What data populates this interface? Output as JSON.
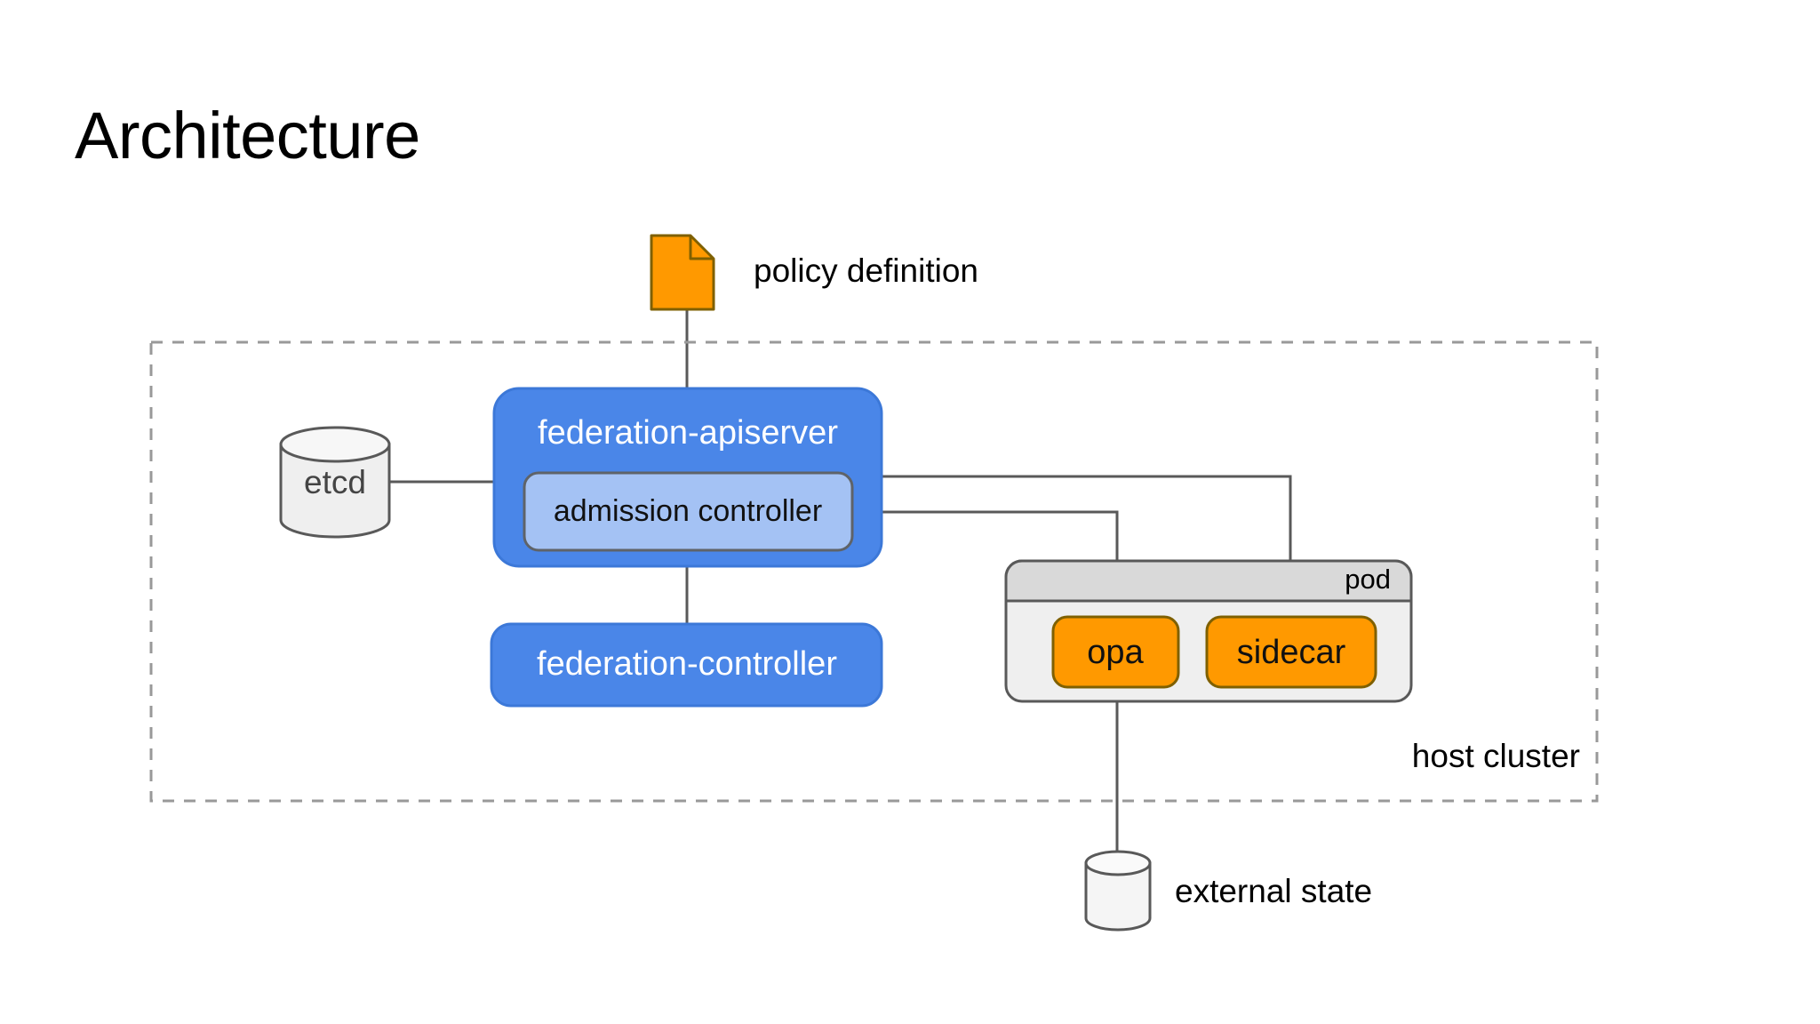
{
  "slide": {
    "title": "Architecture",
    "background": "#ffffff"
  },
  "colors": {
    "blue_box": "#4a86e8",
    "blue_box_border": "#4a7fd8",
    "light_blue_box": "#a4c2f4",
    "light_blue_border": "#5f6368",
    "orange": "#ff9900",
    "orange_border": "#7f6000",
    "cylinder_fill": "#efefef",
    "cylinder_fill_light": "#f5f5f5",
    "cylinder_border": "#595959",
    "pod_header": "#d9d9d9",
    "pod_body": "#efefef",
    "pod_border": "#595959",
    "connector": "#595959",
    "dashed_border": "#999999",
    "text_white": "#ffffff",
    "text_dark": "#111111",
    "text_gray": "#444444"
  },
  "boundary": {
    "label": "host cluster"
  },
  "nodes": {
    "policy_definition": {
      "label": "policy definition",
      "shape": "document-icon",
      "fill": "#ff9900"
    },
    "etcd": {
      "label": "etcd",
      "shape": "cylinder",
      "fill": "#efefef"
    },
    "federation_apiserver": {
      "label": "federation-apiserver",
      "shape": "rounded-rect",
      "fill": "#4a86e8"
    },
    "admission_controller": {
      "label": "admission controller",
      "shape": "rounded-rect",
      "fill": "#a4c2f4"
    },
    "federation_controller": {
      "label": "federation-controller",
      "shape": "rounded-rect",
      "fill": "#4a86e8"
    },
    "pod": {
      "label": "pod",
      "shape": "container",
      "fill": "#efefef"
    },
    "opa": {
      "label": "opa",
      "shape": "rounded-rect",
      "fill": "#ff9900"
    },
    "sidecar": {
      "label": "sidecar",
      "shape": "rounded-rect",
      "fill": "#ff9900"
    },
    "external_state": {
      "label": "external state",
      "shape": "cylinder",
      "fill": "#f5f5f5"
    }
  },
  "connections": [
    {
      "from": "policy_definition",
      "to": "federation_apiserver"
    },
    {
      "from": "etcd",
      "to": "federation_apiserver"
    },
    {
      "from": "federation_apiserver",
      "to": "federation_controller"
    },
    {
      "from": "federation_apiserver",
      "to": "sidecar"
    },
    {
      "from": "admission_controller",
      "to": "opa"
    },
    {
      "from": "opa",
      "to": "sidecar"
    },
    {
      "from": "opa",
      "to": "external_state"
    }
  ]
}
